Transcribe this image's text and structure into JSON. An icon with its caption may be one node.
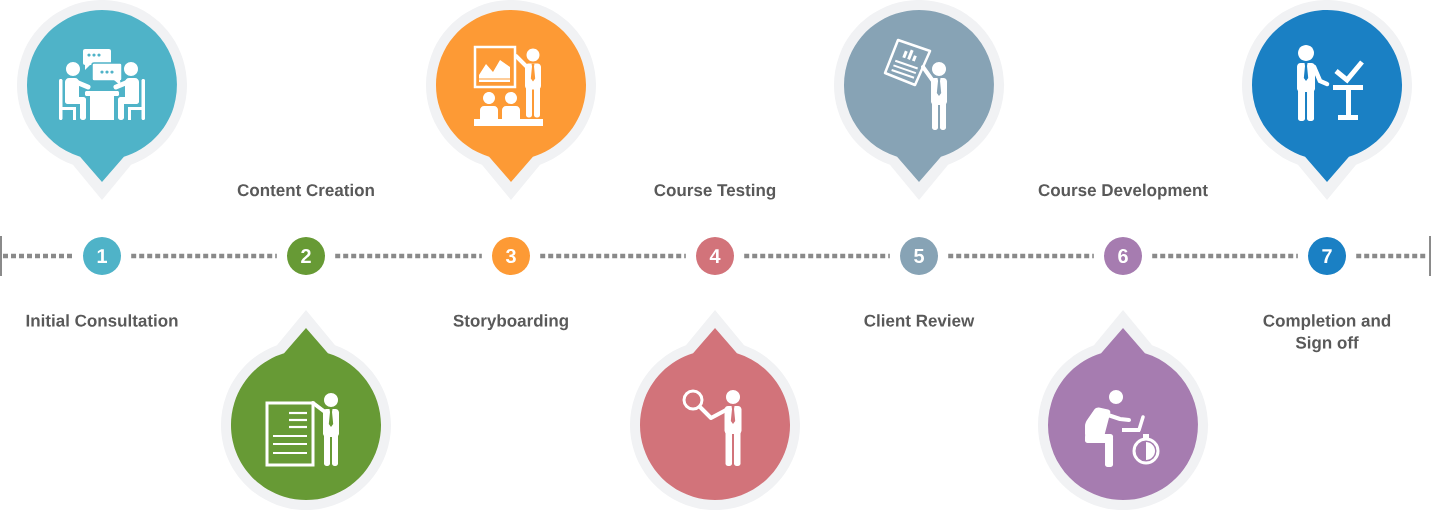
{
  "diagram": {
    "nodes": [
      {
        "text": [
          "1"
        ],
        "beside": [
          "Initial Consultation"
        ]
      },
      {
        "text": [
          "2"
        ],
        "beside": [
          "Content Creation"
        ]
      },
      {
        "text": [
          "3"
        ],
        "beside": [
          "Storyboarding"
        ]
      },
      {
        "text": [
          "4"
        ],
        "beside": [
          "Course Testing"
        ]
      },
      {
        "text": [
          "5"
        ],
        "beside": [
          "Client Review"
        ]
      },
      {
        "text": [
          "6"
        ],
        "beside": [
          "Course Development"
        ]
      },
      {
        "text": [
          "7"
        ],
        "beside": [
          "Completion and Sign off"
        ]
      },
      {
        "text": [],
        "shape": "picture"
      },
      {
        "text": [],
        "shape": "picture"
      },
      {
        "text": [],
        "shape": "picture"
      },
      {
        "text": [],
        "shape": "picture"
      },
      {
        "text": [],
        "shape": "picture"
      },
      {
        "text": [],
        "shape": "picture"
      },
      {
        "text": [],
        "shape": "picture"
      }
    ],
    "edges": [
      {
        "from": null,
        "to": 0,
        "arrow": "none",
        "style": "dashed"
      },
      {
        "from": 0,
        "to": 1,
        "arrow": "none",
        "style": "dashed"
      },
      {
        "from": 1,
        "to": 2,
        "arrow": "none",
        "style": "dashed"
      },
      {
        "from": 2,
        "to": 3,
        "arrow": "none",
        "style": "dashed"
      },
      {
        "from": 3,
        "to": 4,
        "arrow": "none",
        "style": "dashed"
      },
      {
        "from": 4,
        "to": 5,
        "arrow": "none",
        "style": "dashed"
      },
      {
        "from": 5,
        "to": 6,
        "arrow": "none",
        "style": "dashed"
      },
      {
        "from": 6,
        "to": null,
        "arrow": "none",
        "style": "dashed"
      }
    ]
  }
}
